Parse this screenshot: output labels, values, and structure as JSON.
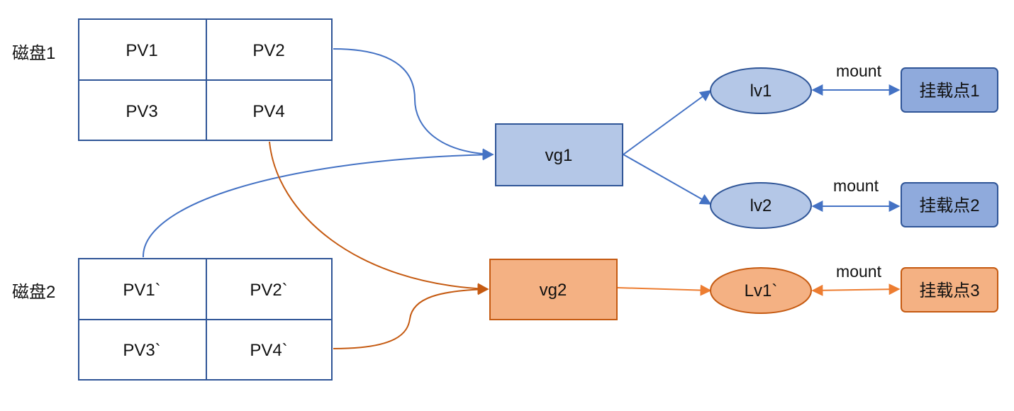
{
  "disks": [
    {
      "label": "磁盘1",
      "pvs": [
        "PV1",
        "PV2",
        "PV3",
        "PV4"
      ]
    },
    {
      "label": "磁盘2",
      "pvs": [
        "PV1`",
        "PV2`",
        "PV3`",
        "PV4`"
      ]
    }
  ],
  "volume_groups": [
    {
      "label": "vg1"
    },
    {
      "label": "vg2"
    }
  ],
  "logical_volumes": [
    {
      "label": "lv1"
    },
    {
      "label": "lv2"
    },
    {
      "label": "Lv1`"
    }
  ],
  "mount_points": [
    {
      "label": "挂载点1"
    },
    {
      "label": "挂载点2"
    },
    {
      "label": "挂载点3"
    }
  ],
  "mount_labels": [
    "mount",
    "mount",
    "mount"
  ],
  "colors": {
    "blue_stroke": "#4472c4",
    "blue_fill_light": "#b4c7e7",
    "blue_fill_dark": "#8faadc",
    "orange_stroke": "#c55a11",
    "orange_line": "#ed7d31",
    "orange_fill": "#f4b183",
    "disk_border": "#2f5597"
  }
}
